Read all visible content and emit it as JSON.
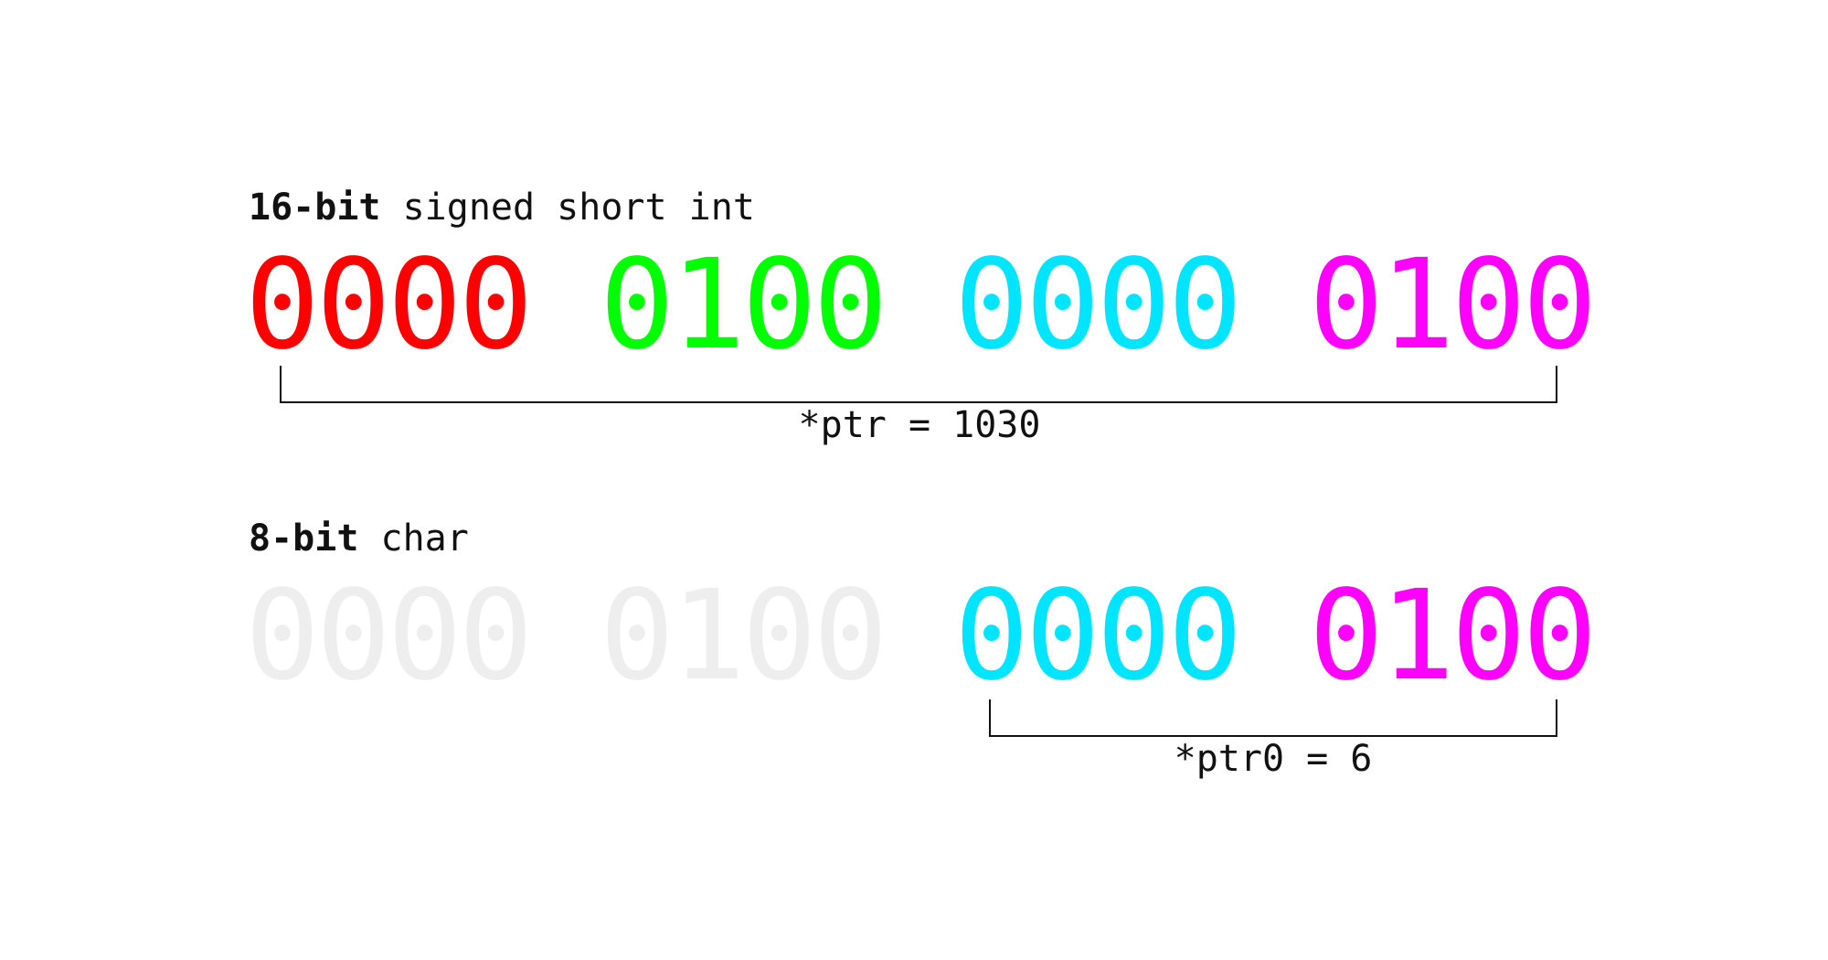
{
  "short_section": {
    "heading_bold": "16-bit",
    "heading_rest": " signed short int",
    "nibbles": [
      "0000",
      "0100",
      "0000",
      "0100"
    ],
    "nibble_colors": [
      "#ff0000",
      "#00ff00",
      "#00e5ff",
      "#ff00ff"
    ],
    "label": "*ptr = 1030"
  },
  "char_section": {
    "heading_bold": "8-bit",
    "heading_rest": " char",
    "nibbles": [
      "0000",
      "0100",
      "0000",
      "0100"
    ],
    "nibble_colors": [
      "#eeeeee",
      "#eeeeee",
      "#00e5ff",
      "#ff00ff"
    ],
    "label": "*ptr0 = 6"
  }
}
